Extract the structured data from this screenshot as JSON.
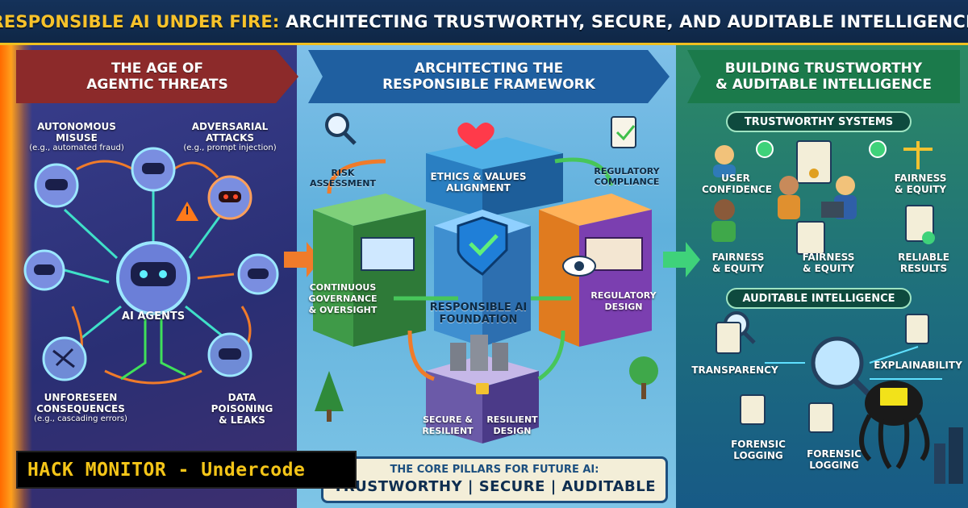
{
  "header": {
    "title_highlight": "RESPONSIBLE AI UNDER FIRE:",
    "title_rest": " ARCHITECTING TRUSTWORTHY, SECURE, AND AUDITABLE INTELLIGENCE"
  },
  "left_panel": {
    "ribbon_line1": "THE AGE OF",
    "ribbon_line2": "AGENTIC THREATS",
    "threats": [
      {
        "title_line1": "AUTONOMOUS",
        "title_line2": "MISUSE",
        "sub": "(e.g., automated fraud)"
      },
      {
        "title_line1": "ADVERSARIAL",
        "title_line2": "ATTACKS",
        "sub": "(e.g., prompt injection)"
      },
      {
        "title_line1": "UNFORESEEN",
        "title_line2": "CONSEQUENCES",
        "sub": "(e.g., cascading errors)"
      },
      {
        "title_line1": "DATA",
        "title_line2": "POISONING",
        "title_line3": "& LEAKS"
      }
    ],
    "center_label": "AI AGENTS"
  },
  "middle_panel": {
    "ribbon_line1": "ARCHITECTING THE",
    "ribbon_line2": "RESPONSIBLE FRAMEWORK",
    "risk_line1": "RISK",
    "risk_line2": "ASSESSMENT",
    "ethics_line1": "ETHICS & VALUES",
    "ethics_line2": "ALIGNMENT",
    "regulatory_line1": "REGULATORY",
    "regulatory_line2": "COMPLIANCE",
    "governance_line1": "CONTINUOUS",
    "governance_line2": "GOVERNANCE",
    "governance_line3": "& OVERSIGHT",
    "regdesign_line1": "REGULATORY",
    "regdesign_line2": "DESIGN",
    "foundation_line1": "RESPONSIBLE AI",
    "foundation_line2": "FOUNDATION",
    "secure_line1": "SECURE &",
    "secure_line2": "RESILIENT",
    "resilient_line1": "RESILIENT",
    "resilient_line2": "DESIGN"
  },
  "banner": {
    "line1": "THE CORE PILLARS FOR FUTURE AI:",
    "line2": "TRUSTWORTHY | SECURE | AUDITABLE"
  },
  "right_panel": {
    "ribbon_line1": "BUILDING TRUSTWORTHY",
    "ribbon_line2": "& AUDITABLE INTELLIGENCE",
    "trust_header": "TRUSTWORTHY SYSTEMS",
    "user_line1": "USER",
    "user_line2": "CONFIDENCE",
    "fair1_line1": "FAIRNESS",
    "fair1_line2": "& EQUITY",
    "fair2_line1": "FAIRNESS",
    "fair2_line2": "& EQUITY",
    "fair3_line1": "FAIRNESS",
    "fair3_line2": "& EQUITY",
    "reliable_line1": "RELIABLE",
    "reliable_line2": "RESULTS",
    "audit_header": "AUDITABLE INTELLIGENCE",
    "transparency": "TRANSPARENCY",
    "explainability": "EXPLAINABILITY",
    "forensic1_line1": "FORENSIC",
    "forensic1_line2": "LOGGING",
    "forensic2_line1": "FORENSIC",
    "forensic2_line2": "LOGGING"
  },
  "watermark": {
    "label": "HACK MONITOR - Undercode"
  },
  "colors": {
    "title_highlight": "#f7c22a",
    "left_ribbon": "#8c2a2a",
    "mid_ribbon": "#1f5fa0",
    "right_ribbon": "#1b7a4b",
    "watermark_text": "#f4c518"
  }
}
